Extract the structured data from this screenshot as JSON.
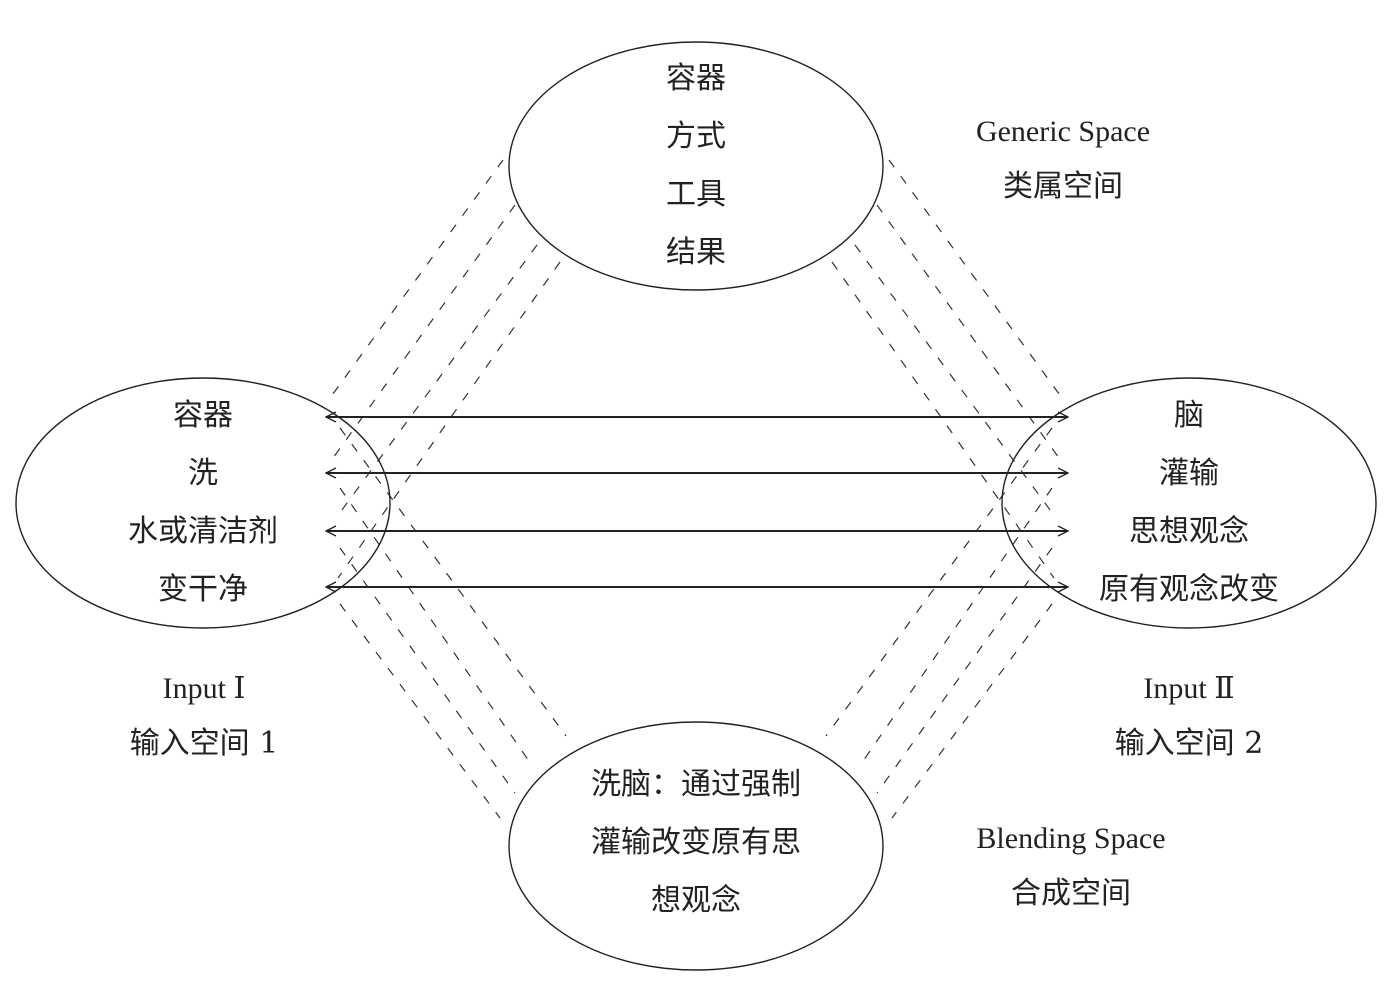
{
  "diagram": {
    "title": "Conceptual blending network: 洗脑",
    "generic_space": {
      "label_en": "Generic Space",
      "label_zh": "类属空间",
      "items": [
        "容器",
        "方式",
        "工具",
        "结果"
      ]
    },
    "input_1": {
      "label_en": "Input Ⅰ",
      "label_zh": "输入空间 1",
      "items": [
        "容器",
        "洗",
        "水或清洁剂",
        "变干净"
      ]
    },
    "input_2": {
      "label_en": "Input Ⅱ",
      "label_zh": "输入空间 2",
      "items": [
        "脑",
        "灌输",
        "思想观念",
        "原有观念改变"
      ]
    },
    "blending_space": {
      "label_en": "Blending Space",
      "label_zh": "合成空间",
      "lines": [
        "洗脑：通过强制",
        "灌输改变原有思",
        "想观念"
      ]
    },
    "mappings": [
      {
        "from": "容器",
        "to": "脑"
      },
      {
        "from": "洗",
        "to": "灌输"
      },
      {
        "from": "水或清洁剂",
        "to": "思想观念"
      },
      {
        "from": "变干净",
        "to": "原有观念改变"
      }
    ],
    "colors": {
      "stroke": "#222222",
      "background": "#ffffff"
    }
  }
}
